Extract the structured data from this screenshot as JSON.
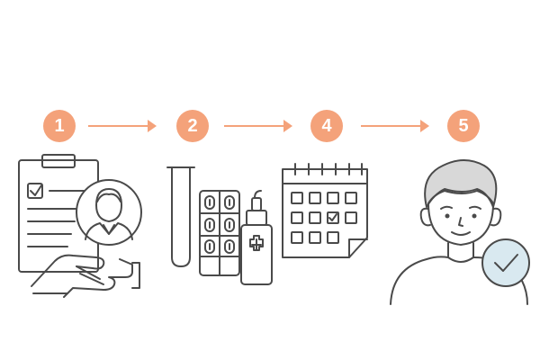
{
  "colors": {
    "accent": "#f4a27a",
    "ink": "#4a4a4a",
    "check_fill": "#d9e9f0",
    "hair_fill": "#d8d8d8"
  },
  "steps": [
    {
      "number": "1",
      "icon": "clipboard-handshake-icon"
    },
    {
      "number": "2",
      "icon": "test-tube-medicine-icon"
    },
    {
      "number": "4",
      "icon": "calendar-icon"
    },
    {
      "number": "5",
      "icon": "person-check-icon"
    }
  ]
}
